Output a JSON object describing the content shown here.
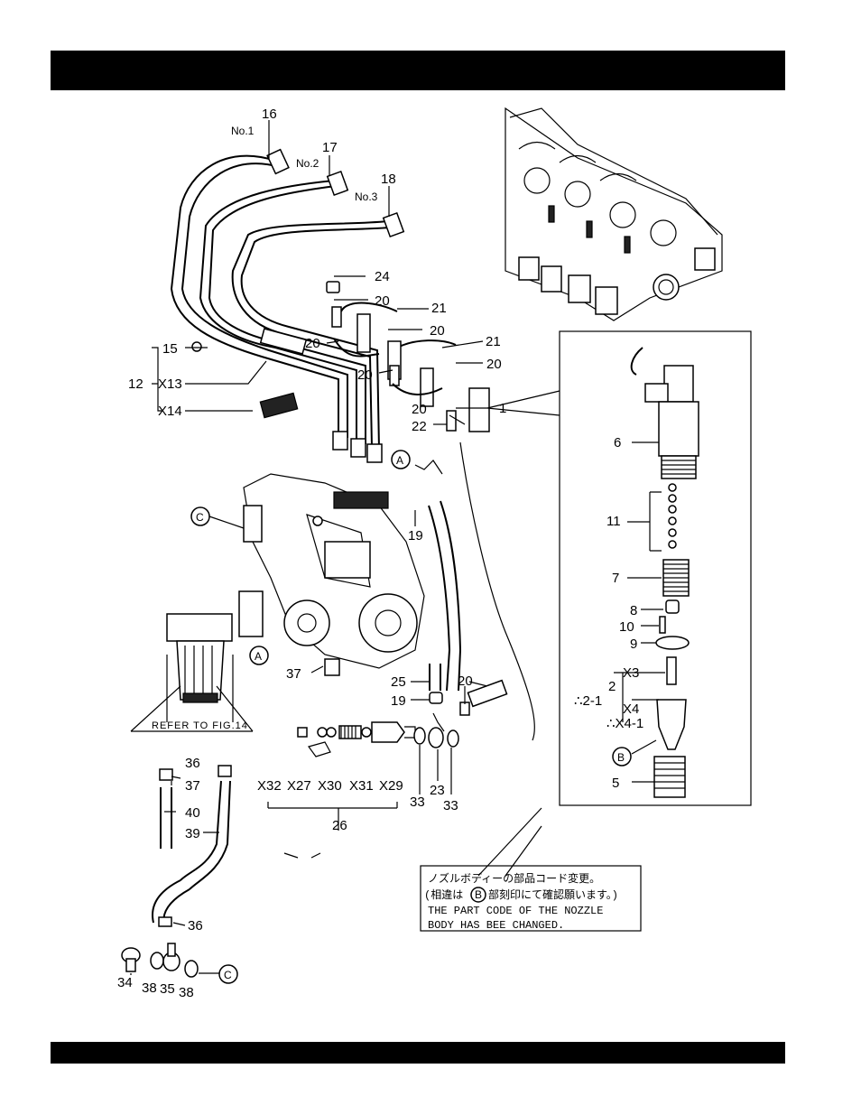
{
  "callouts": {
    "p16": "16",
    "no1": "No.1",
    "p17": "17",
    "no2": "No.2",
    "p18": "18",
    "no3": "No.3",
    "p24": "24",
    "p20a": "20",
    "p21a": "21",
    "p20b": "20",
    "p20c": "20",
    "p21b": "21",
    "p20d": "20",
    "p20e": "20",
    "p1": "1",
    "p20f": "20",
    "p22": "22",
    "p15": "15",
    "p12": "12",
    "x13": "X13",
    "x14": "X14",
    "circA1": "A",
    "circC1": "C",
    "p19a": "19",
    "p6": "6",
    "p11": "11",
    "p7": "7",
    "p8": "8",
    "p10": "10",
    "p9": "9",
    "p2": "2",
    "x3": "X3",
    "p21sub": "∴2-1",
    "x4": "X4",
    "x41": "∴X4-1",
    "circB": "B",
    "p5": "5",
    "circA2": "A",
    "p37a": "37",
    "p25": "25",
    "p19b": "19",
    "p20g": "20",
    "refer": "REFER TO FIG.14",
    "p36a": "36",
    "p37b": "37",
    "p40": "40",
    "p39": "39",
    "x32": "X32",
    "x27": "X27",
    "x30": "X30",
    "x31": "X31",
    "x29": "X29",
    "p26": "26",
    "p33a": "33",
    "p23": "23",
    "p33b": "33",
    "p36b": "36",
    "p34": "34",
    "p38a": "38",
    "p35": "35",
    "p38b": "38",
    "circC2": "C"
  },
  "note": {
    "line1": "ノズルボディーの部品コード変更。",
    "line2": "(相違は",
    "line2b": "B",
    "line2c": "部刻印にて確認願います。)",
    "line3": "THE PART CODE OF THE NOZZLE",
    "line4": "BODY HAS BEE CHANGED."
  }
}
